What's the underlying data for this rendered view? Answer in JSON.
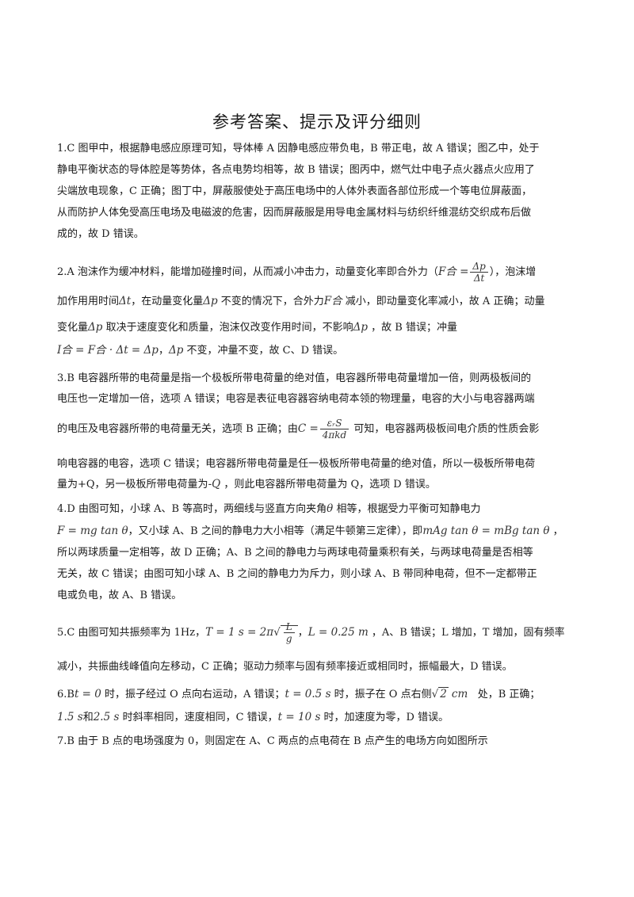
{
  "title": "参考答案、提示及评分细则",
  "q1": {
    "l1": "1.C 图甲中，根据静电感应原理可知，导体棒 A 因静电感应带负电，B 带正电，故 A 错误；图乙中，处于",
    "l2": "静电平衡状态的导体腔是等势体，各点电势均相等，故 B 错误；图丙中，燃气灶中电子点火器点火应用了",
    "l3": "尖端放电现象，C 正确；图丁中，屏蔽服使处于高压电场中的人体外表面各部位形成一个等电位屏蔽面，",
    "l4": "从而防护人体免受高压电场及电磁波的危害，因而屏蔽服是用导电金属材料与纺织纤维混纺交织成布后做",
    "l5": "成的，故 D 错误。"
  },
  "q2": {
    "l1a": "2.A 泡沫作为缓冲材料，能增加碰撞时间，从而减小冲击力，动量变化率即合外力（",
    "f_lhs": "F合 =",
    "f_num": "Δp",
    "f_den": "Δt",
    "l1b": "），泡沫增",
    "l2a": "加作用用时间",
    "m_dt": "Δt",
    "l2b": "，在动量变化量",
    "m_dp": "Δp",
    "l2c": "不变的情况下，合外力",
    "m_F": "F合",
    "l2d": "减小，即动量变化率减小，故 A 正确；动量",
    "l3a": "变化量",
    "l3b": "取决于速度变化和质量，泡沫仅改变作用时间，不影响",
    "l3c": "，故 B 错误；冲量",
    "l4_formula": "I合 = F合 · Δt = Δp",
    "l4a": "，",
    "l4b": "不变，冲量不变，故 C、D 错误。"
  },
  "q3": {
    "l1": "3.B 电容器所带的电荷量是指一个极板所带电荷量的绝对值，电容器所带电荷量增加一倍，则两极板间的",
    "l2": "电压也一定增加一倍，选项 A 错误；电容是表征电容器容纳电荷本领的物理量，电容的大小与电容器两端",
    "l3a": "的电压及电容器所带的电荷量无关，选项 B 正确；由",
    "c_lhs": "C =",
    "c_num": "εᵣS",
    "c_den": "4πkd",
    "l3b": "可知，电容器两极板间电介质的性质会影",
    "l4": "响电容器的电容，选项 C 错误；电容器所带电荷量是任一极板所带电荷量的绝对值，所以一极板所带电荷",
    "l5a": "量为+Q，另一极板所带电荷量为",
    "m_negQ": "-Q",
    "l5b": "，则此电容器所带电荷量为 Q，选项 D 错误。"
  },
  "q4": {
    "l1a": "4.D 由图可知，小球 A、B 等高时，两细线与竖直方向夹角",
    "m_theta": "θ",
    "l1b": "相等，根据受力平衡可知静电力",
    "l2_formula1": "F = mg tan θ",
    "l2a": "，又小球 A、B 之间的静电力大小相等（满足牛顿第三定律），即",
    "l2_formula2": "mAg tan θ = mBg tan θ",
    "l2b": "，",
    "l3": "所以两球质量一定相等，故 D 正确；A、B 之间的静电力与两球电荷量乘积有关，与两球电荷量是否相等",
    "l4": "无关，故 C 错误；由图可知小球 A、B 之间的静电力为斥力，则小球 A、B 带同种电荷，但不一定都带正",
    "l5": "电或负电，故 A、B 错误。"
  },
  "q5": {
    "l1a": "5.C 由图可知共振频率为 1Hz，",
    "t_formula": "T = 1 s = 2π",
    "t_num": "L",
    "t_den": "g",
    "l1b": "，",
    "l_formula": "L = 0.25 m",
    "l1c": "，A、B 错误；L 增加，T 增加，固有频率",
    "l2": "减小，共振曲线峰值向左移动，C 正确；驱动力频率与固有频率接近或相同时，振幅最大，D 错误。"
  },
  "q6": {
    "l1a": "6.B",
    "m_t0": "t = 0",
    "l1b": "时，振子经过 O 点向右运动，A 错误；",
    "m_t05": "t = 0.5 s",
    "l1c": "时，振子在 O 点右侧",
    "m_sqrt_val": "2",
    "m_cm": "cm",
    "l1d": "处，B 正确；",
    "m_15": "1.5 s",
    "l2a": "和",
    "m_25": "2.5 s",
    "l2b": "时斜率相同，速度相同，C 错误，",
    "m_t10": "t = 10 s",
    "l2c": "时，加速度为零，D 错误。"
  },
  "q7": {
    "l1": "7.B 由于 B 点的电场强度为 0，则固定在 A、C 两点的点电荷在 B 点产生的电场方向如图所示"
  }
}
